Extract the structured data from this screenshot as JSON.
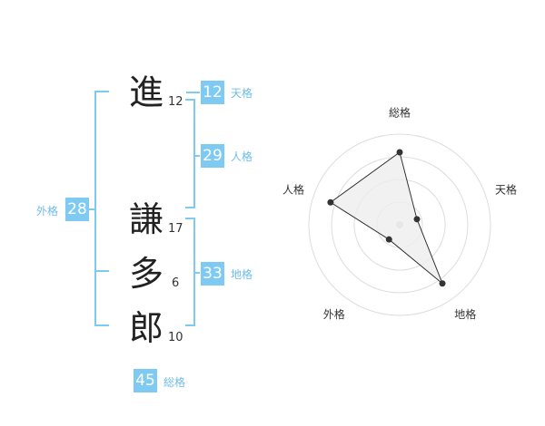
{
  "name": {
    "chars": [
      {
        "char": "進",
        "strokes": "12"
      },
      {
        "char": "謙",
        "strokes": "17"
      },
      {
        "char": "多",
        "strokes": "6"
      },
      {
        "char": "郎",
        "strokes": "10"
      }
    ]
  },
  "fortune": {
    "tenkaku": {
      "value": "12",
      "label": "天格"
    },
    "jinkaku": {
      "value": "29",
      "label": "人格"
    },
    "chikaku": {
      "value": "33",
      "label": "地格"
    },
    "gaikaku": {
      "value": "28",
      "label": "外格"
    },
    "soukaku": {
      "value": "45",
      "label": "総格"
    }
  },
  "chart_data": {
    "type": "radar",
    "axes": [
      "総格",
      "天格",
      "地格",
      "外格",
      "人格"
    ],
    "values": [
      0.8,
      0.2,
      0.8,
      0.2,
      0.8
    ],
    "range": [
      0,
      1
    ],
    "rings": 4,
    "colors": {
      "fill": "#eeeeee",
      "line": "#333333",
      "ring": "#dddddd"
    }
  }
}
